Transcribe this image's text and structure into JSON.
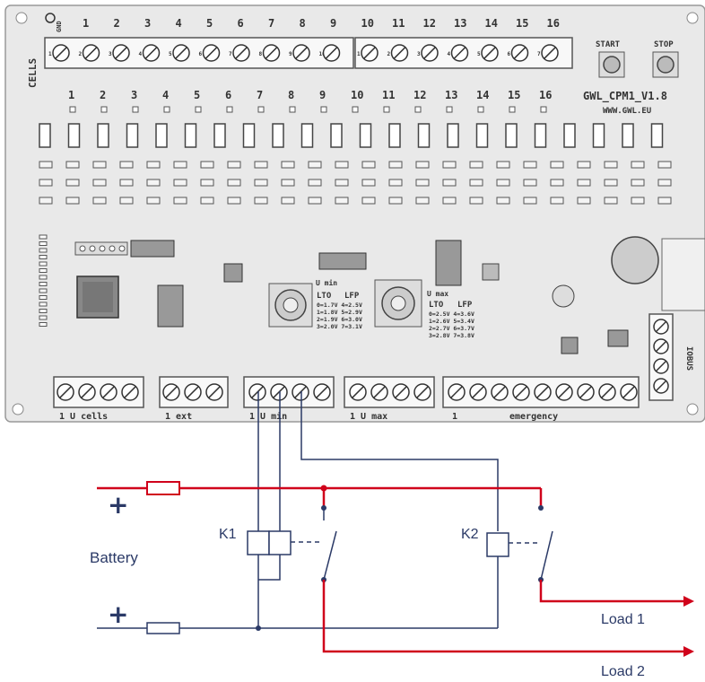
{
  "board": {
    "cells_label": "CELLS",
    "gnd_label": "GND",
    "top_numbers": [
      "1",
      "2",
      "3",
      "4",
      "5",
      "6",
      "7",
      "8",
      "9",
      "10",
      "11",
      "12",
      "13",
      "14",
      "15",
      "16"
    ],
    "left_block_pins": [
      "1",
      "2",
      "3",
      "4",
      "5",
      "6",
      "7",
      "8",
      "9",
      "10"
    ],
    "right_block_pins": [
      "1",
      "2",
      "3",
      "4",
      "5",
      "6",
      "7"
    ],
    "led_numbers": [
      "1",
      "2",
      "3",
      "4",
      "5",
      "6",
      "7",
      "8",
      "9",
      "10",
      "11",
      "12",
      "13",
      "14",
      "15",
      "16"
    ],
    "start_label": "START",
    "stop_label": "STOP",
    "model": "GWL_CPM1_V1.8",
    "website": "WWW.GWL.EU",
    "umin_label": "U min",
    "umax_label": "U max",
    "lto": "LTO",
    "lfp": "LFP",
    "umin_table": [
      "0=1.7V 4=2.5V",
      "1=1.8V 5=2.9V",
      "2=1.9V 6=3.0V",
      "3=2.0V 7=3.1V"
    ],
    "umax_table": [
      "0=2.5V 4=3.6V",
      "1=2.6V 5=3.4V",
      "2=2.7V 6=3.7V",
      "3=2.8V 7=3.8V"
    ],
    "bottom_labels": {
      "ucells": "1  U cells",
      "ext": "1  ext",
      "umin": "1  U min",
      "umax": "1  U max",
      "emergency_num": "1",
      "emergency": "emergency"
    },
    "side_label": "IOBUS"
  },
  "schematic": {
    "battery": "Battery",
    "plus": "+",
    "k1": "K1",
    "k2": "K2",
    "load1": "Load 1",
    "load2": "Load 2"
  },
  "colors": {
    "red_wire": "#d0021b",
    "blue_wire": "#2b3a67",
    "board_bg": "#e9e9e9",
    "silk": "#333333"
  }
}
